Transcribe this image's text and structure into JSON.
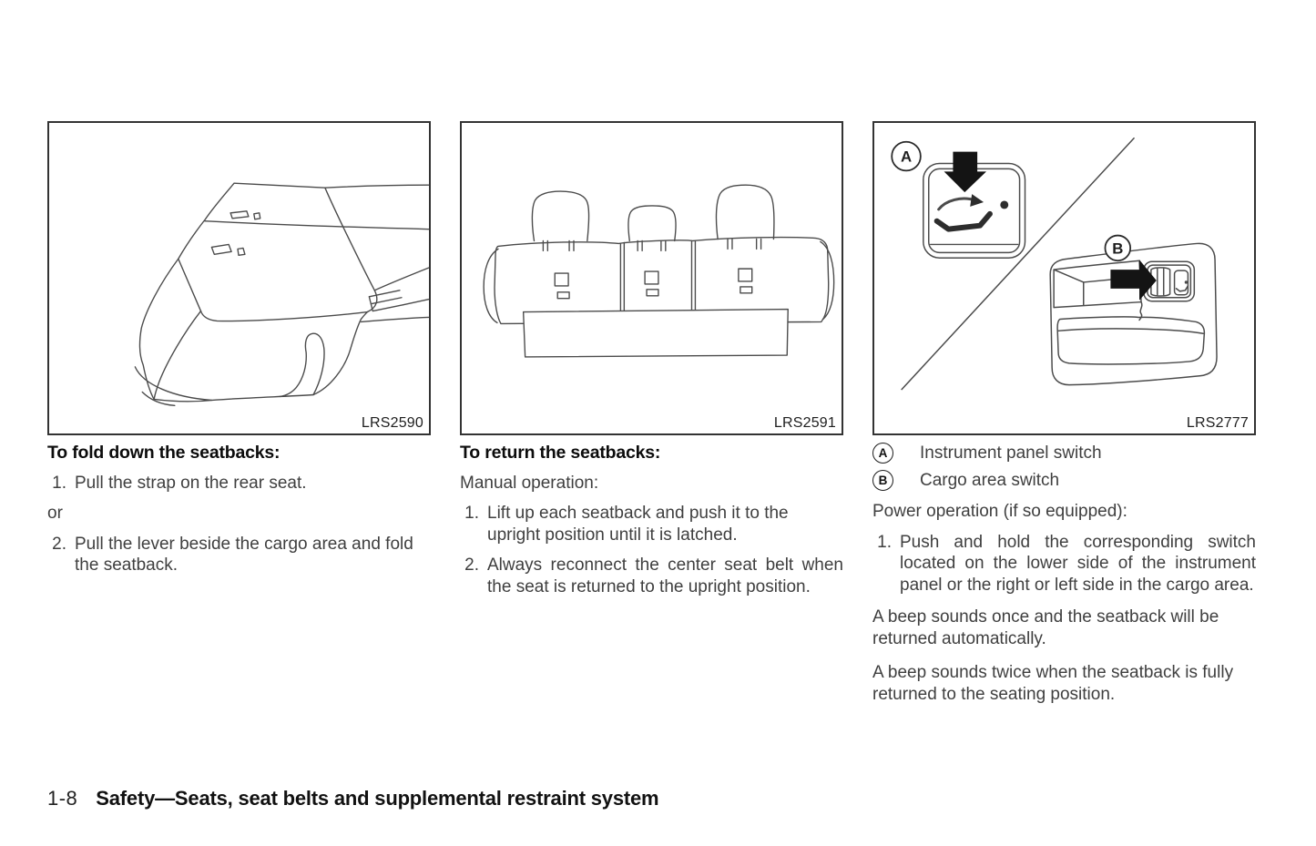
{
  "figures": {
    "fold": {
      "caption": "LRS2590"
    },
    "ret": {
      "caption": "LRS2591"
    },
    "power": {
      "caption": "LRS2777",
      "marker_a": "A",
      "marker_b": "B"
    }
  },
  "fold": {
    "heading": "To fold down the seatbacks:",
    "step1_num": "1.",
    "step1": "Pull the strap on the rear seat.",
    "connector": "or",
    "step2_num": "2.",
    "step2": "Pull the lever beside the cargo area and fold the seatback."
  },
  "ret": {
    "heading": "To return the seatbacks:",
    "intro": "Manual operation:",
    "step1_num": "1.",
    "step1": "Lift up each seatback and push it to the upright position until it is latched.",
    "step2_num": "2.",
    "step2": "Always reconnect the center seat belt when the seat is returned to the upright position."
  },
  "power": {
    "legend": [
      {
        "key": "A",
        "label": "Instrument panel switch"
      },
      {
        "key": "B",
        "label": "Cargo area switch"
      }
    ],
    "intro": "Power operation (if so equipped):",
    "step1_num": "1.",
    "step1": "Push and hold the corresponding switch located on the lower side of the instrument panel or the right or left side in the cargo area.",
    "para1": "A beep sounds once and the seatback will be returned automatically.",
    "para2": "A beep sounds twice when the seatback is fully returned to the seating position."
  },
  "footer": {
    "page_number": "1-8",
    "section_title": "Safety—Seats, seat belts and supplemental restraint system"
  }
}
